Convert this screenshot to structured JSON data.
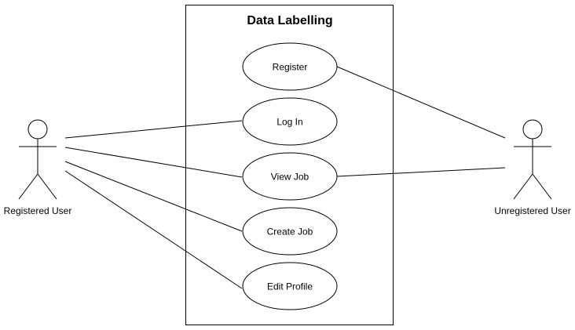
{
  "system": {
    "title": "Data Labelling"
  },
  "actors": {
    "registered": {
      "label": "Registered User"
    },
    "unregistered": {
      "label": "Unregistered User"
    }
  },
  "use_cases": {
    "register": {
      "label": "Register"
    },
    "login": {
      "label": "Log In"
    },
    "view_job": {
      "label": "View Job"
    },
    "create_job": {
      "label": "Create Job"
    },
    "edit_profile": {
      "label": "Edit Profile"
    }
  },
  "associations": [
    {
      "actor": "Registered User",
      "use_case": "Log In"
    },
    {
      "actor": "Registered User",
      "use_case": "View Job"
    },
    {
      "actor": "Registered User",
      "use_case": "Create Job"
    },
    {
      "actor": "Registered User",
      "use_case": "Edit Profile"
    },
    {
      "actor": "Unregistered User",
      "use_case": "Register"
    },
    {
      "actor": "Unregistered User",
      "use_case": "View Job"
    }
  ]
}
